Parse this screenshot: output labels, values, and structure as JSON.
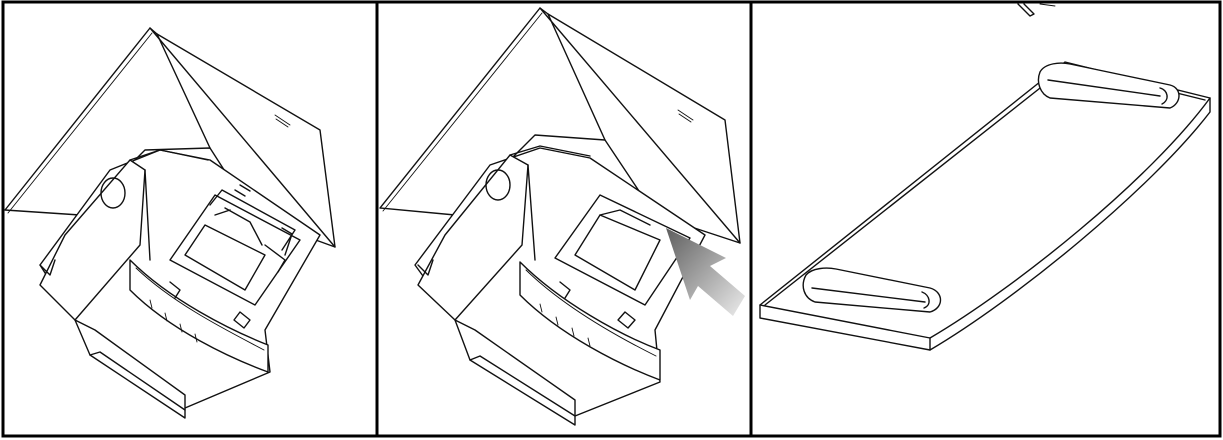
{
  "figure": {
    "panels": [
      {
        "id": "panel-1",
        "content": "printer-open-cover"
      },
      {
        "id": "panel-2",
        "content": "printer-open-cover-with-arrow"
      },
      {
        "id": "panel-3",
        "content": "paper-roll-holder"
      }
    ],
    "colors": {
      "line": "#111111",
      "background": "#ffffff",
      "arrow_gradient_start": "#6a6a6a",
      "arrow_gradient_end": "#e8e8e8"
    }
  }
}
